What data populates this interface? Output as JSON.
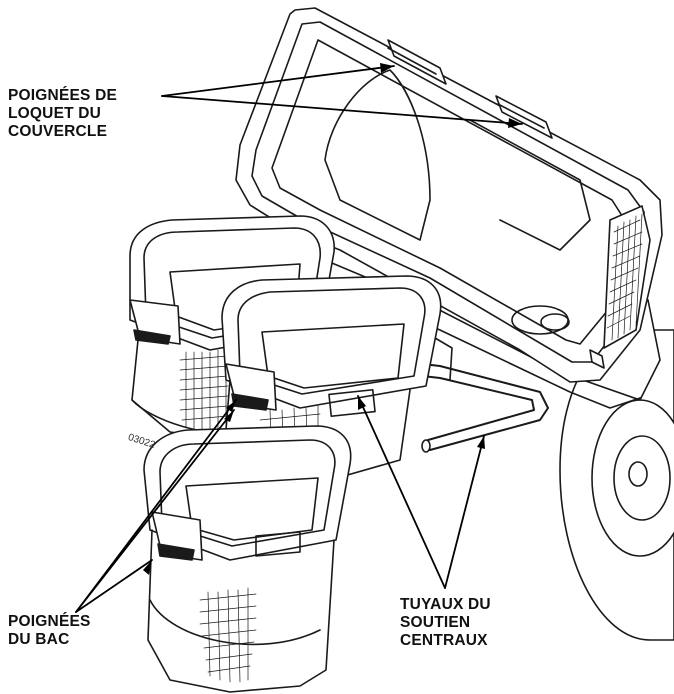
{
  "labels": {
    "lid_latch_handles": [
      "POIGNÉES DE",
      "LOQUET DU",
      "COUVERCLE"
    ],
    "bin_handles": [
      "POIGNÉES",
      "DU BAC"
    ],
    "center_support_tubes": [
      "TUYAUX DU",
      "SOUTIEN",
      "CENTRAUX"
    ]
  },
  "figure_code": "03022"
}
